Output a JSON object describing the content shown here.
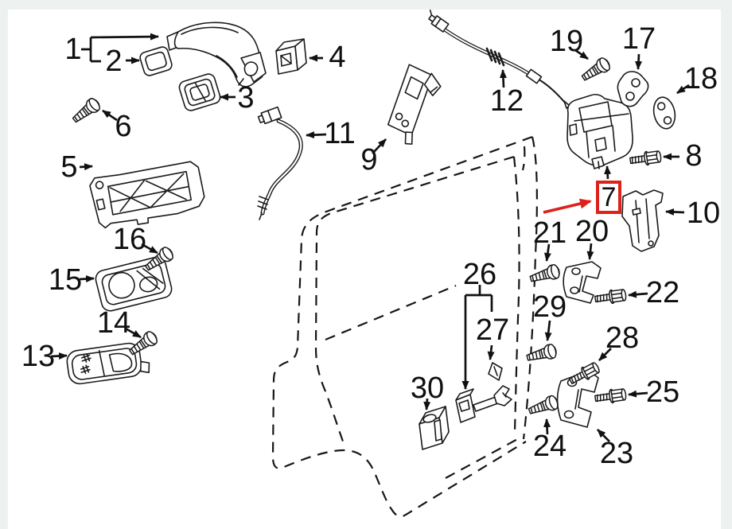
{
  "diagram": {
    "type": "exploded-parts-diagram",
    "subject": "rear-door-lock-and-hardware",
    "highlighted_callout": "7",
    "callouts": [
      {
        "label": "1"
      },
      {
        "label": "2"
      },
      {
        "label": "3"
      },
      {
        "label": "4"
      },
      {
        "label": "5"
      },
      {
        "label": "6"
      },
      {
        "label": "7"
      },
      {
        "label": "8"
      },
      {
        "label": "9"
      },
      {
        "label": "10"
      },
      {
        "label": "11"
      },
      {
        "label": "12"
      },
      {
        "label": "13"
      },
      {
        "label": "14"
      },
      {
        "label": "15"
      },
      {
        "label": "16"
      },
      {
        "label": "17"
      },
      {
        "label": "18"
      },
      {
        "label": "19"
      },
      {
        "label": "20"
      },
      {
        "label": "21"
      },
      {
        "label": "22"
      },
      {
        "label": "23"
      },
      {
        "label": "24"
      },
      {
        "label": "25"
      },
      {
        "label": "26"
      },
      {
        "label": "27"
      },
      {
        "label": "28"
      },
      {
        "label": "29"
      },
      {
        "label": "30"
      }
    ]
  },
  "colors": {
    "background_frame": "#edf2f0",
    "panel": "#ffffff",
    "line": "#1a1a1a",
    "highlight_red": "#dd221c"
  }
}
